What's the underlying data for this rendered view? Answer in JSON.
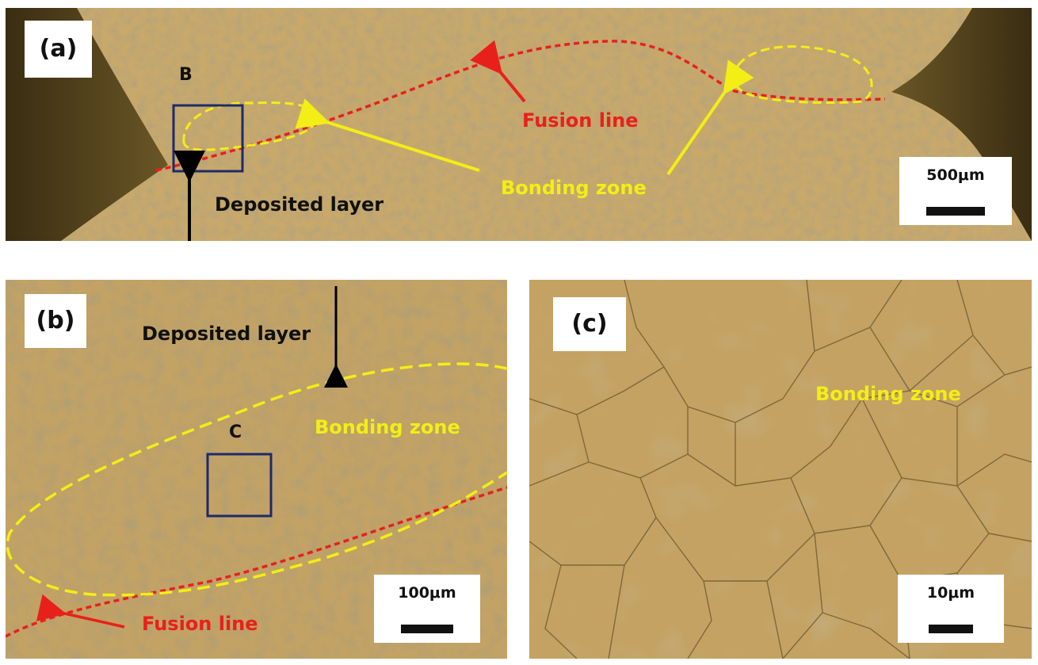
{
  "panel_a": {
    "tag": "(a)",
    "box_label": "B",
    "fusion_line": "Fusion line",
    "bonding_zone": "Bonding zone",
    "deposited_layer": "Deposited layer",
    "scale": "500μm"
  },
  "panel_b": {
    "tag": "(b)",
    "box_label": "C",
    "deposited_layer": "Deposited layer",
    "bonding_zone": "Bonding zone",
    "fusion_line": "Fusion line",
    "scale": "100μm"
  },
  "panel_c": {
    "tag": "(c)",
    "bonding_zone": "Bonding zone",
    "scale": "10μm"
  },
  "colors": {
    "fusion": "#e8201c",
    "bonding": "#f3ee15",
    "box": "#1d2a6b",
    "arrow": "#000000"
  }
}
